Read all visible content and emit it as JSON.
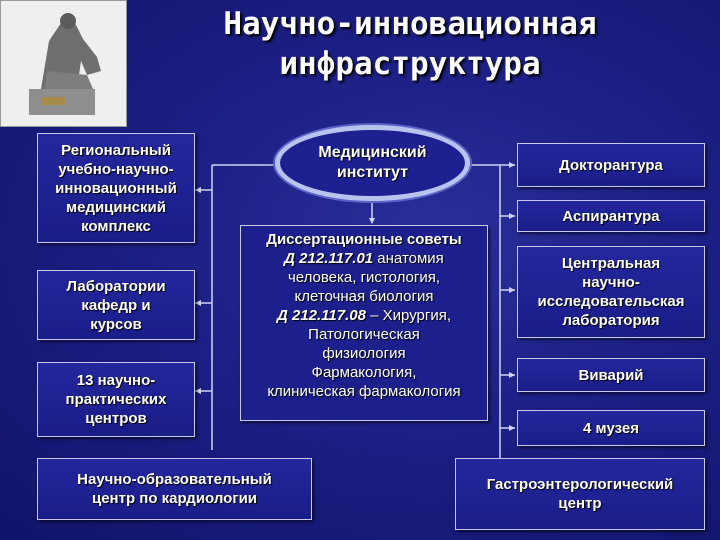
{
  "title": {
    "line1": "Научно-инновационная",
    "line2": "инфраструктура"
  },
  "left": {
    "regional": "Региональный\nучебно-научно-\nинновационный\nмедицинский\nкомплекс",
    "labs": "Лаборатории\nкафедр и\nкурсов",
    "centers": "13 научно-\nпрактических\nцентров"
  },
  "oval": {
    "label": "Медицинский\nинститут"
  },
  "councils": {
    "heading": "Диссертационные советы",
    "d1_code": "Д 212.117.01",
    "d1_text": " анатомия",
    "d1_line2": "человека, гистология,",
    "d1_line3": "клеточная биология",
    "d2_code": "Д 212.117.08",
    "d2_text": " – Хирургия,",
    "d2_line2": "Патологическая",
    "d2_line3": "физиология",
    "d2_line4": "Фармакология,",
    "d2_line5": "клиническая фармакология"
  },
  "right": {
    "doctorate": "Докторантура",
    "postgraduate": "Аспирантура",
    "central_lab": "Центральная\nнаучно-\nисследовательская\nлаборатория",
    "vivarium": "Виварий",
    "museums": "4 музея"
  },
  "bottom": {
    "cardiology": "Научно-образовательный\nцентр по кардиологии",
    "gastro": "Гастроэнтерологический\nцентр"
  }
}
